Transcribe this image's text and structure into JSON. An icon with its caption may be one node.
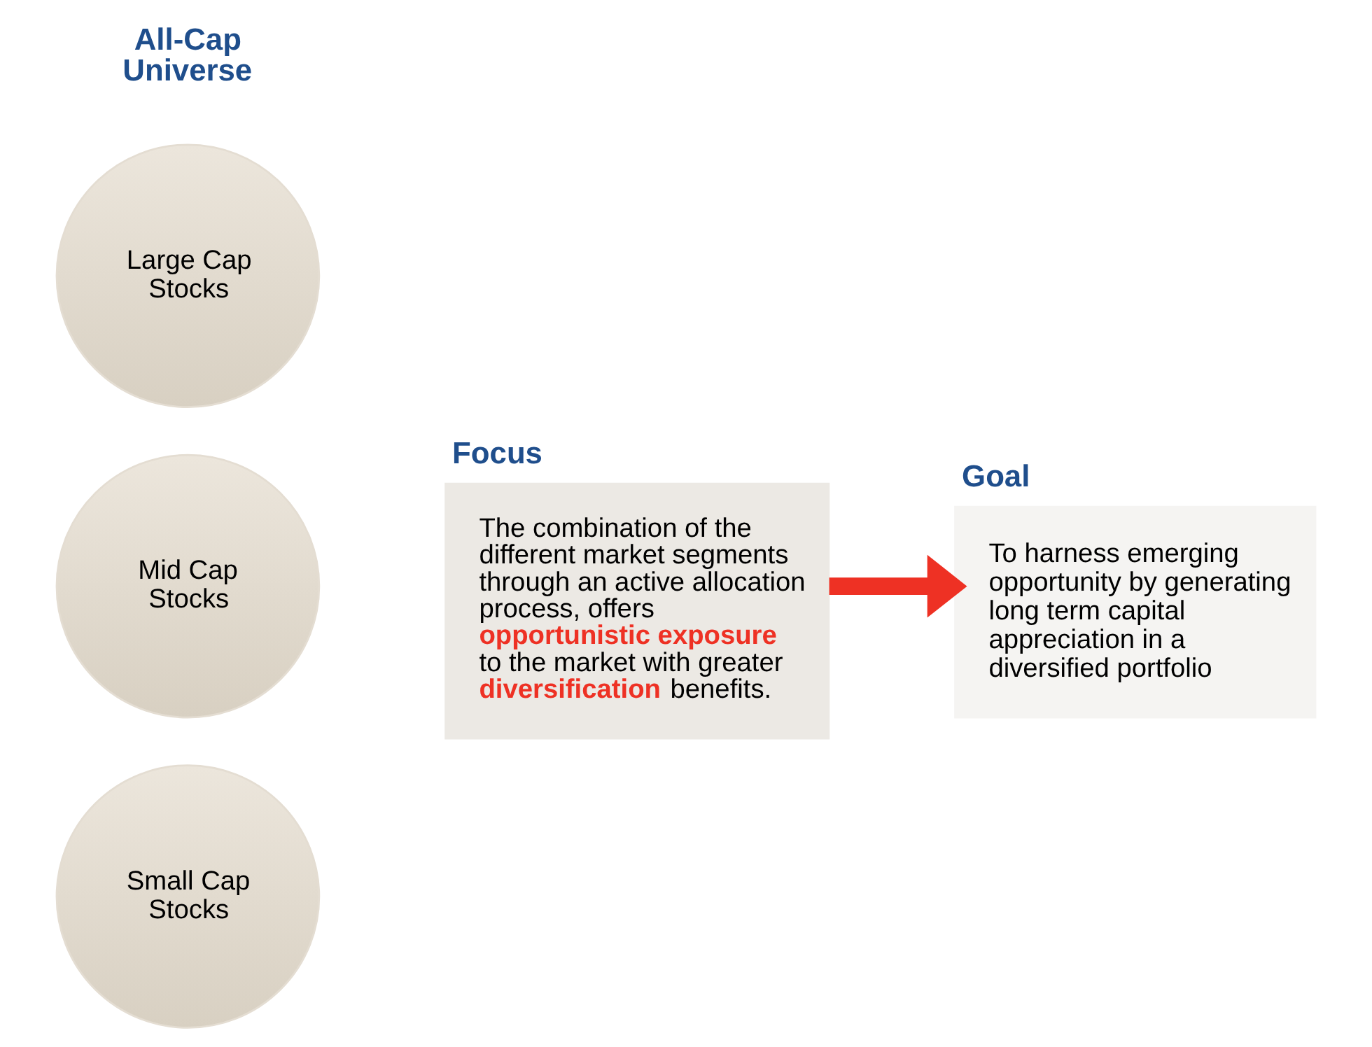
{
  "diagram": {
    "nodes": [
      {
        "text": [
          "Large Cap Stocks"
        ]
      },
      {
        "text": [
          "Mid Cap Stocks"
        ]
      },
      {
        "text": [
          "Small Cap Stocks"
        ]
      },
      {
        "text": [
          "Focus",
          "The combination of the different market segments through an active allocation process, offers **opportunistic exposure** to the market with greater **diversification** benefits."
        ]
      },
      {
        "text": [
          "Goal",
          "To harness emerging opportunity by generating long term capital appreciation in a diversified portfolio"
        ]
      }
    ],
    "edges": [
      {
        "from": 3,
        "to": 4,
        "arrow": "to",
        "color": "#ee3124"
      }
    ],
    "labels": [
      "All-Cap Universe"
    ]
  }
}
